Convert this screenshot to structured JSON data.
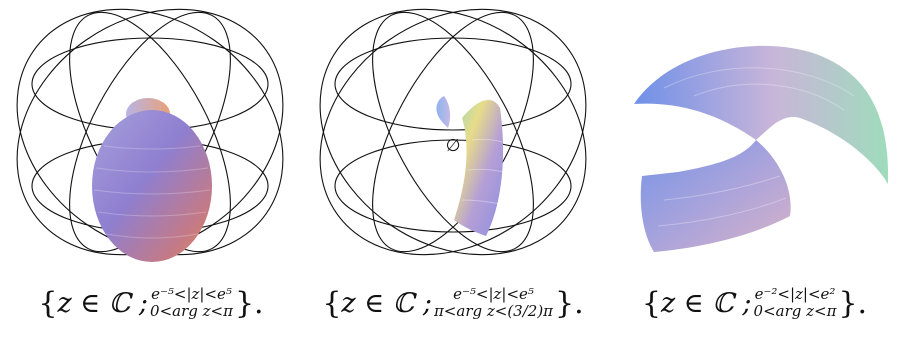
{
  "figure": {
    "panels": [
      {
        "caption": {
          "open": "{",
          "lead": "z ∈ ℂ ;",
          "top": "e⁻⁵<|z|<e⁵",
          "bottom": "0<arg z<π",
          "close": "}."
        }
      },
      {
        "annotation": "∅",
        "caption": {
          "open": "{",
          "lead": "z ∈ ℂ ;",
          "top": "e⁻⁵<|z|<e⁵",
          "bottom": "π<arg z<(3/2)π",
          "close": "}."
        }
      },
      {
        "caption": {
          "open": "{",
          "lead": "z ∈ ℂ ;",
          "top": "e⁻²<|z|<e²",
          "bottom": "0<arg z<π",
          "close": "}."
        }
      }
    ],
    "colors": {
      "wire": "#111111",
      "warm": "#d9855a",
      "lilac": "#a393d8",
      "blue": "#6f8fe6",
      "yellow": "#e8dc84",
      "green": "#8fd7b5"
    }
  }
}
